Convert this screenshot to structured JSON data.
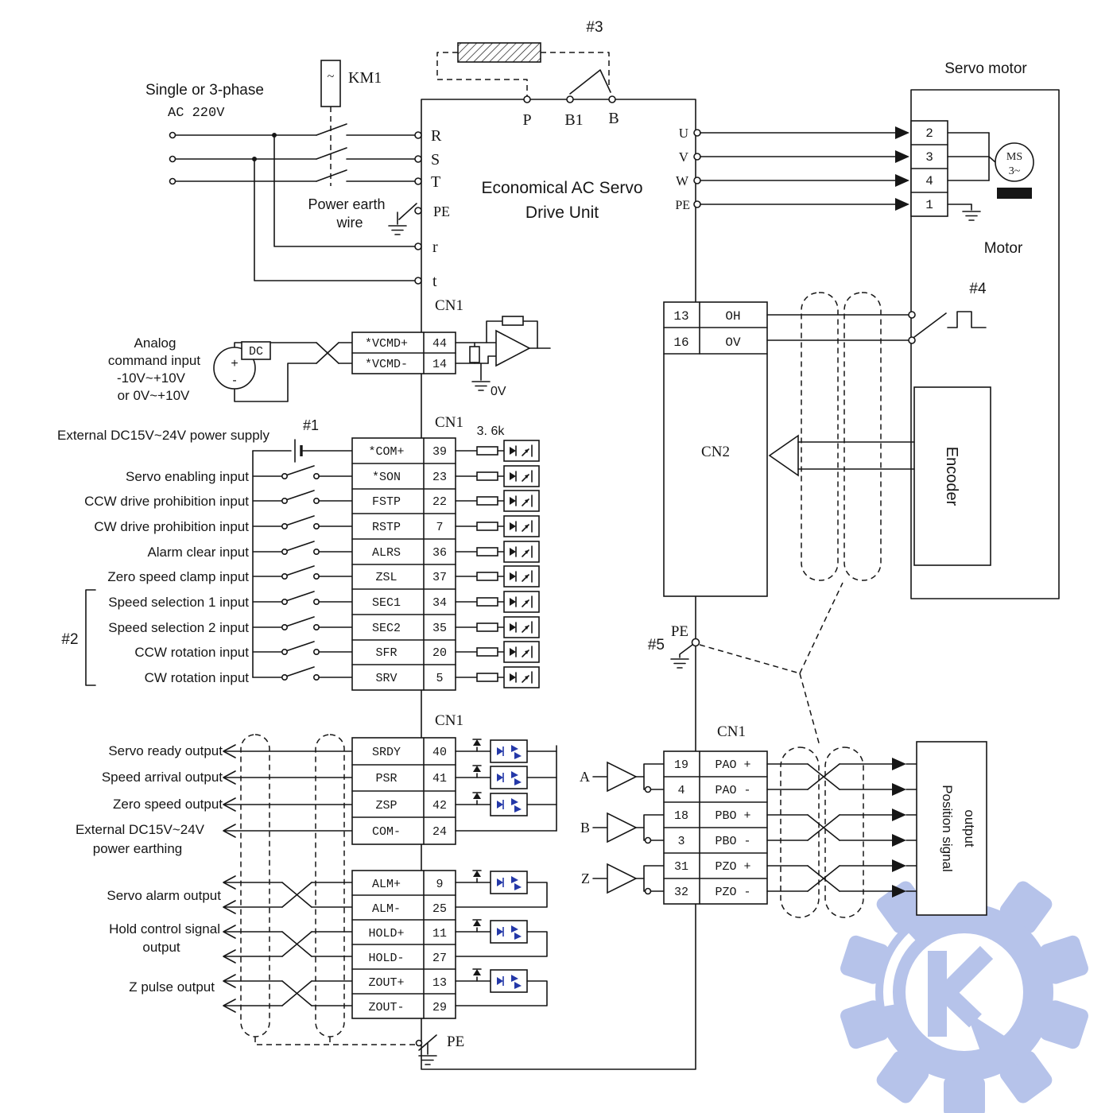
{
  "drive": {
    "title1": "Economical AC Servo",
    "title2": "Drive Unit"
  },
  "power": {
    "phase": "Single or 3-phase",
    "voltage": "AC 220V",
    "contactor": "KM1",
    "earth1": "Power earth",
    "earth2": "wire",
    "t_r": "R",
    "t_s": "S",
    "t_t": "T",
    "t_pe": "PE",
    "t_r2": "r",
    "t_t2": "t"
  },
  "brake": {
    "marker": "#3",
    "p": "P",
    "b1": "B1",
    "b": "B"
  },
  "motor": {
    "title": "Servo motor",
    "name": "Motor",
    "ms": "MS",
    "ph": "3~",
    "u": "U",
    "v": "V",
    "w": "W",
    "pe": "PE",
    "pin_u": "2",
    "pin_v": "3",
    "pin_w": "4",
    "pin_pe": "1",
    "encoder": "Encoder",
    "marker4": "#4"
  },
  "cn2": {
    "label": "CN2",
    "pin_oh": "13",
    "oh": "OH",
    "pin_ov": "16",
    "ov": "OV"
  },
  "analog": {
    "cn1": "CN1",
    "l1": "Analog",
    "l2": "command input",
    "l3": "-10V~+10V",
    "l4": "or 0V~+10V",
    "dc": "DC",
    "plus": "+",
    "minus": "-",
    "zero": "0V",
    "rows": [
      {
        "name": "*VCMD+",
        "pin": "44"
      },
      {
        "name": "*VCMD-",
        "pin": "14"
      }
    ]
  },
  "inputs": {
    "cn1": "CN1",
    "res": "3. 6k",
    "m1": "#1",
    "m2": "#2",
    "supply": "External DC15V~24V power supply",
    "rows": [
      {
        "name": "*COM+",
        "pin": "39",
        "label": ""
      },
      {
        "name": "*SON",
        "pin": "23",
        "label": "Servo enabling input"
      },
      {
        "name": "FSTP",
        "pin": "22",
        "label": "CCW drive prohibition input"
      },
      {
        "name": "RSTP",
        "pin": "7",
        "label": "CW drive prohibition input"
      },
      {
        "name": "ALRS",
        "pin": "36",
        "label": "Alarm clear input"
      },
      {
        "name": "ZSL",
        "pin": "37",
        "label": "Zero speed clamp input"
      },
      {
        "name": "SEC1",
        "pin": "34",
        "label": "Speed selection 1 input"
      },
      {
        "name": "SEC2",
        "pin": "35",
        "label": "Speed selection 2 input"
      },
      {
        "name": "SFR",
        "pin": "20",
        "label": "CCW rotation input"
      },
      {
        "name": "SRV",
        "pin": "5",
        "label": "CW rotation input"
      }
    ]
  },
  "outputs": {
    "cn1": "CN1",
    "pe": "PE",
    "ext1": "External DC15V~24V",
    "ext2": "power earthing",
    "alarm": "Servo alarm output",
    "hold1": "Hold control signal",
    "hold2": "output",
    "zpulse": "Z pulse output",
    "rows_a": [
      {
        "name": "SRDY",
        "pin": "40",
        "label": "Servo ready output"
      },
      {
        "name": "PSR",
        "pin": "41",
        "label": "Speed arrival output"
      },
      {
        "name": "ZSP",
        "pin": "42",
        "label": "Zero speed output"
      },
      {
        "name": "COM-",
        "pin": "24",
        "label": ""
      }
    ],
    "rows_b": [
      {
        "name": "ALM+",
        "pin": "9"
      },
      {
        "name": "ALM-",
        "pin": "25"
      },
      {
        "name": "HOLD+",
        "pin": "11"
      },
      {
        "name": "HOLD-",
        "pin": "27"
      },
      {
        "name": "ZOUT+",
        "pin": "13"
      },
      {
        "name": "ZOUT-",
        "pin": "29"
      }
    ]
  },
  "pos": {
    "cn1": "CN1",
    "m5": "#5",
    "pe": "PE",
    "a": "A",
    "b": "B",
    "z": "Z",
    "out1": "Position signal",
    "out2": "output",
    "rows": [
      {
        "pin": "19",
        "name": "PAO +"
      },
      {
        "pin": "4",
        "name": "PAO -"
      },
      {
        "pin": "18",
        "name": "PBO +"
      },
      {
        "pin": "3",
        "name": "PBO -"
      },
      {
        "pin": "31",
        "name": "PZO +"
      },
      {
        "pin": "32",
        "name": "PZO -"
      }
    ]
  }
}
